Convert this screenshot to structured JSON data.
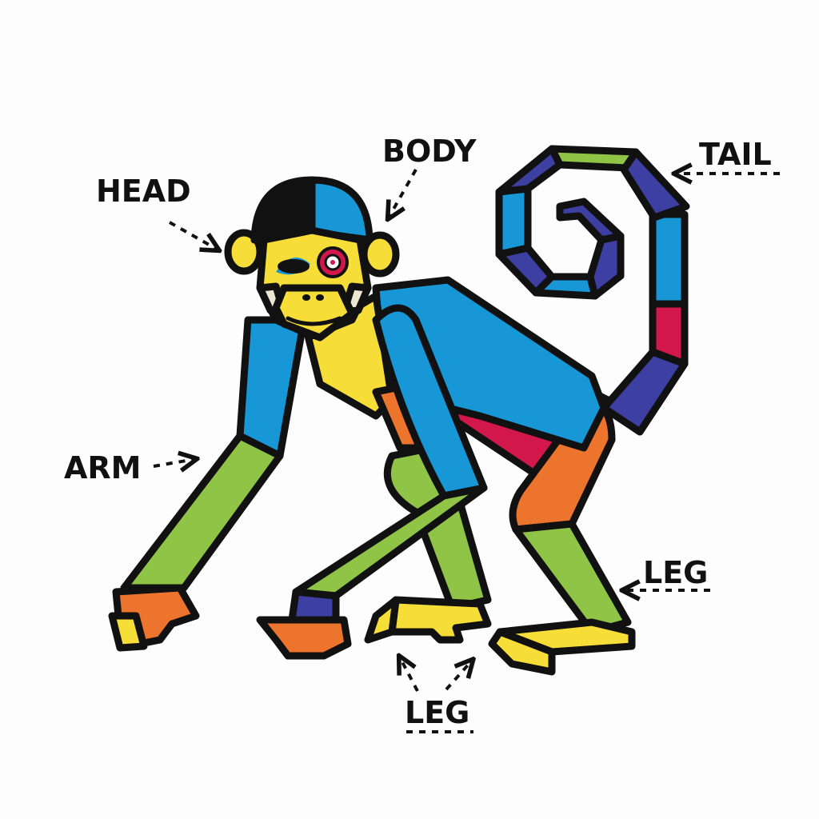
{
  "diagram": {
    "subject": "Geometric colorful monkey",
    "labels": {
      "head": "HEAD",
      "body": "BODY",
      "tail": "TAIL",
      "arm": "ARM",
      "leg_right": "LEG",
      "leg_bottom": "LEG"
    },
    "colors": {
      "outline": "#111111",
      "blue": "#1797d6",
      "indigo": "#3d3fa3",
      "green": "#8fc447",
      "yellow": "#f7dd38",
      "orange": "#ec742c",
      "crimson": "#d2174b",
      "cream": "#ece6d2",
      "background": "#fdfdfd"
    }
  }
}
